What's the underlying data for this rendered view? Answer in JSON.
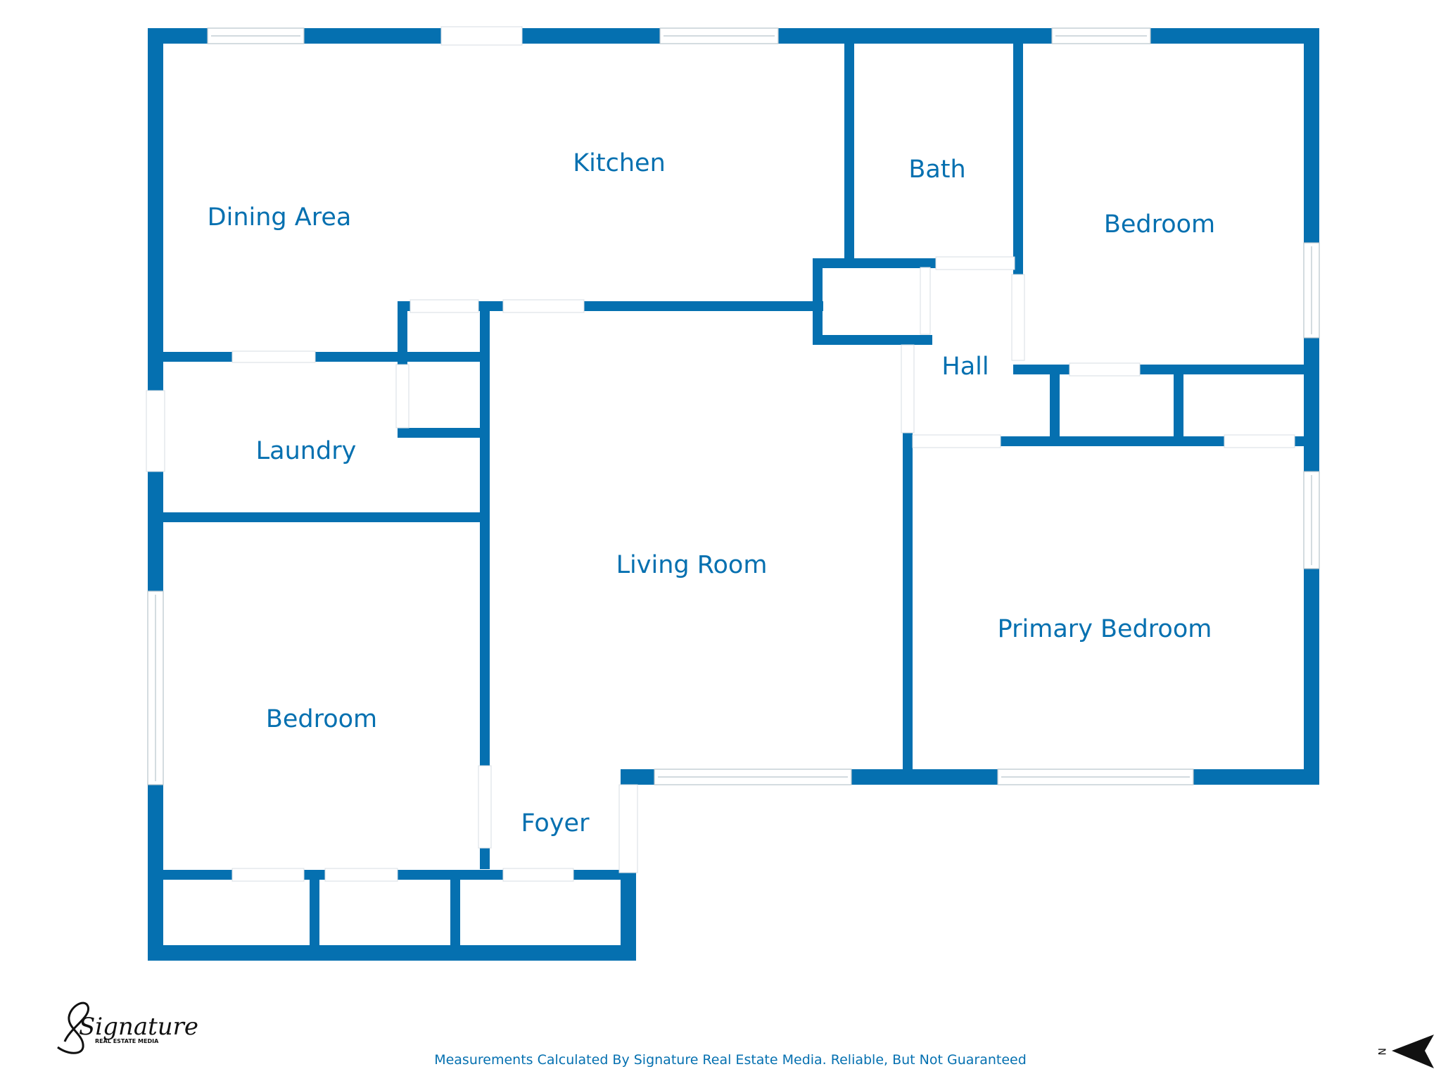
{
  "colors": {
    "wall": "#0570b0",
    "label": "#0570b0",
    "background": "#ffffff",
    "opening": "#ffffff",
    "window_line": "#c8d3da",
    "logo": "#111111"
  },
  "rooms": [
    {
      "id": "dining-area",
      "label": "Dining Area"
    },
    {
      "id": "kitchen",
      "label": "Kitchen"
    },
    {
      "id": "bath",
      "label": "Bath"
    },
    {
      "id": "bedroom-east",
      "label": "Bedroom"
    },
    {
      "id": "hall",
      "label": "Hall"
    },
    {
      "id": "laundry",
      "label": "Laundry"
    },
    {
      "id": "living-room",
      "label": "Living Room"
    },
    {
      "id": "primary-bedroom",
      "label": "Primary Bedroom"
    },
    {
      "id": "bedroom-west",
      "label": "Bedroom"
    },
    {
      "id": "foyer",
      "label": "Foyer"
    }
  ],
  "footer": {
    "disclaimer": "Measurements Calculated By Signature Real Estate Media. Reliable, But Not Guaranteed"
  },
  "logo": {
    "script": "Signature",
    "subtitle": "REAL ESTATE MEDIA",
    "icon": "signature-logo-icon"
  },
  "compass": {
    "label": "N",
    "icon": "north-arrow-icon"
  }
}
